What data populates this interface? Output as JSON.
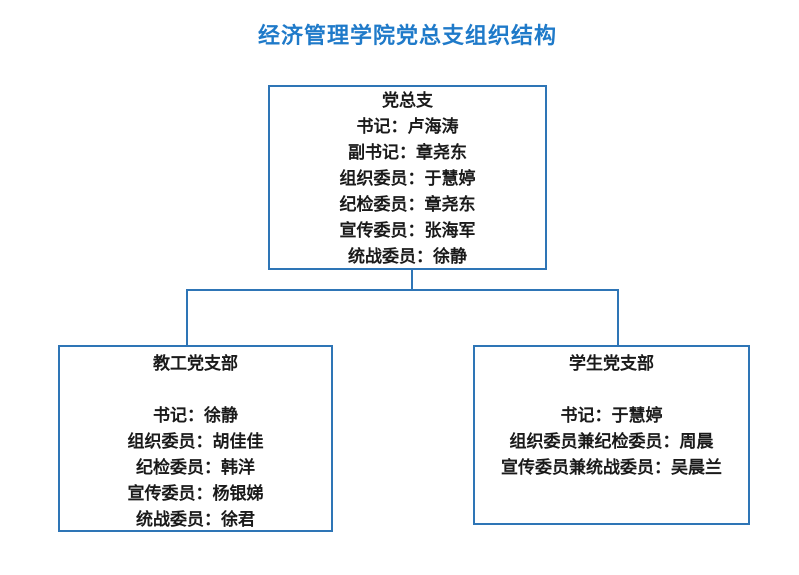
{
  "page": {
    "title": "经济管理学院党总支组织结构"
  },
  "colors": {
    "title_text": "#1f7ac9",
    "box_border": "#2e75b6",
    "connector": "#2e75b6",
    "body_text": "#1a1a1a",
    "background": "#ffffff"
  },
  "org_chart": {
    "root": {
      "name": "党总支",
      "members": [
        "书记：卢海涛",
        "副书记：章尧东",
        "组织委员：于慧婷",
        "纪检委员：章尧东",
        "宣传委员：张海军",
        "统战委员：徐静"
      ]
    },
    "branches": [
      {
        "name": "教工党支部",
        "members": [
          "书记：徐静",
          "组织委员：胡佳佳",
          "纪检委员：韩洋",
          "宣传委员：杨银娣",
          "统战委员：徐君"
        ]
      },
      {
        "name": "学生党支部",
        "members": [
          "书记：于慧婷",
          "组织委员兼纪检委员：周晨",
          "宣传委员兼统战委员：吴晨兰"
        ]
      }
    ]
  }
}
